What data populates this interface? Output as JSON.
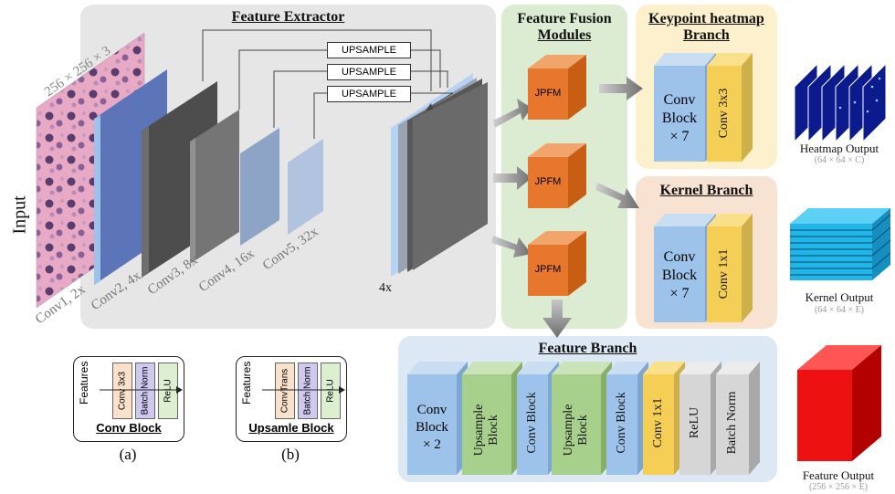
{
  "input": {
    "label": "Input",
    "size_label": "256 × 256 × 3"
  },
  "feature_extractor": {
    "title": "Feature Extractor",
    "upsample_label": "UPSAMPLE",
    "layers": [
      "Conv1, 2x",
      "Conv2, 4x",
      "Conv3, 8x",
      "Conv4, 16x",
      "Conv5, 32x"
    ],
    "stack_label": "4x"
  },
  "fusion": {
    "title_line1": "Feature Fusion",
    "title_line2": "Modules",
    "module_label": "JPFM"
  },
  "keypoint_branch": {
    "title_line1": "Keypoint heatmap",
    "title_line2": "Branch",
    "conv_block": [
      "Conv",
      "Block",
      "× 7"
    ],
    "conv": "Conv 3x3"
  },
  "kernel_branch": {
    "title": "Kernel Branch",
    "conv_block": [
      "Conv",
      "Block",
      "× 7"
    ],
    "conv": "Conv 1x1"
  },
  "feature_branch": {
    "title": "Feature Branch",
    "first_block": [
      "Conv",
      "Block",
      "× 2"
    ],
    "blocks": [
      "Upsample Block",
      "Conv Block",
      "Upsample Block",
      "Conv Block",
      "Conv 1x1",
      "ReLU",
      "Batch Norm"
    ]
  },
  "outputs": {
    "heatmap": {
      "label": "Heatmap Output",
      "dims": "(64 × 64 × C)"
    },
    "kernel": {
      "label": "Kernel Output",
      "dims": "(64 × 64 × E)"
    },
    "feature": {
      "label": "Feature Output",
      "dims": "(256 × 256 × E)"
    }
  },
  "legend": {
    "conv_block": {
      "input": "Features",
      "parts": [
        "Conv 3x3",
        "Batch Norm",
        "ReLU"
      ],
      "name": "Conv Block",
      "tag": "(a)"
    },
    "upsample_block": {
      "input": "Features",
      "parts": [
        "ConvTrans",
        "Batch Norm",
        "ReLU"
      ],
      "name": "Upsamle Block",
      "tag": "(b)"
    }
  },
  "colors": {
    "extractor_bg": "#e6e6e6",
    "fusion_bg": "#dcecd2",
    "keypoint_bg": "#fdf0cc",
    "kernel_bg": "#f8e2d2",
    "feature_bg": "#dce8f4",
    "jpfm": "#e8772e",
    "conv_block": "#9ec3ea",
    "conv_yellow": "#f5cf55",
    "upsample_green": "#a8d08d",
    "gray_block": "#d6d6d6",
    "heatmap_blue": "#0b1a8c",
    "kernel_cyan": "#22b5e8",
    "feature_red": "#ee1111"
  }
}
